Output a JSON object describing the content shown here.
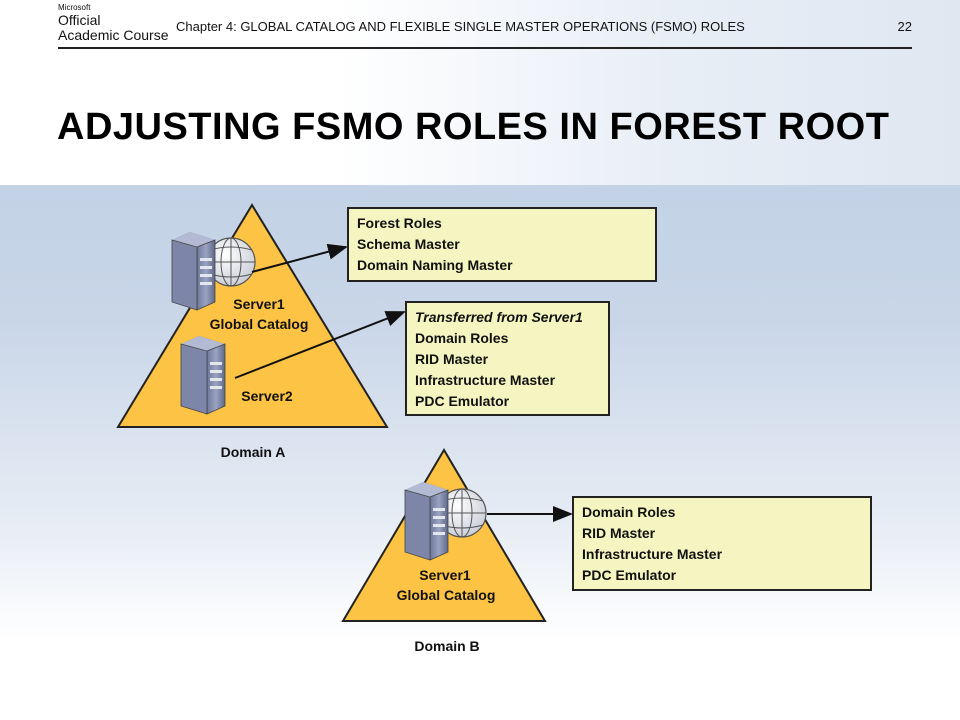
{
  "header": {
    "logo_small": "Microsoft",
    "logo_line1": "Official",
    "logo_line2": "Academic Course",
    "chapter": "Chapter 4: GLOBAL CATALOG AND FLEXIBLE SINGLE MASTER OPERATIONS (FSMO) ROLES",
    "page": "22"
  },
  "title": "ADJUSTING FSMO ROLES IN FOREST ROOT",
  "domain_a": {
    "label": "Domain A",
    "server1_name": "Server1",
    "server1_role": "Global Catalog",
    "server2_name": "Server2"
  },
  "domain_b": {
    "label": "Domain B",
    "server1_name": "Server1",
    "server1_role": "Global Catalog"
  },
  "forest_box": {
    "line1": "Forest Roles",
    "line2": "Schema Master",
    "line3": "Domain Naming Master"
  },
  "transfer_box": {
    "line1": "Transferred from Server1",
    "line2": "Domain Roles",
    "line3": "RID Master",
    "line4": "Infrastructure Master",
    "line5": "PDC Emulator"
  },
  "domain_b_box": {
    "line1": "Domain Roles",
    "line2": "RID Master",
    "line3": "Infrastructure Master",
    "line4": "PDC Emulator"
  },
  "colors": {
    "triangle_fill": "#fcc344",
    "box_fill": "#f5f5c2",
    "server_body": "#8a93b5"
  }
}
